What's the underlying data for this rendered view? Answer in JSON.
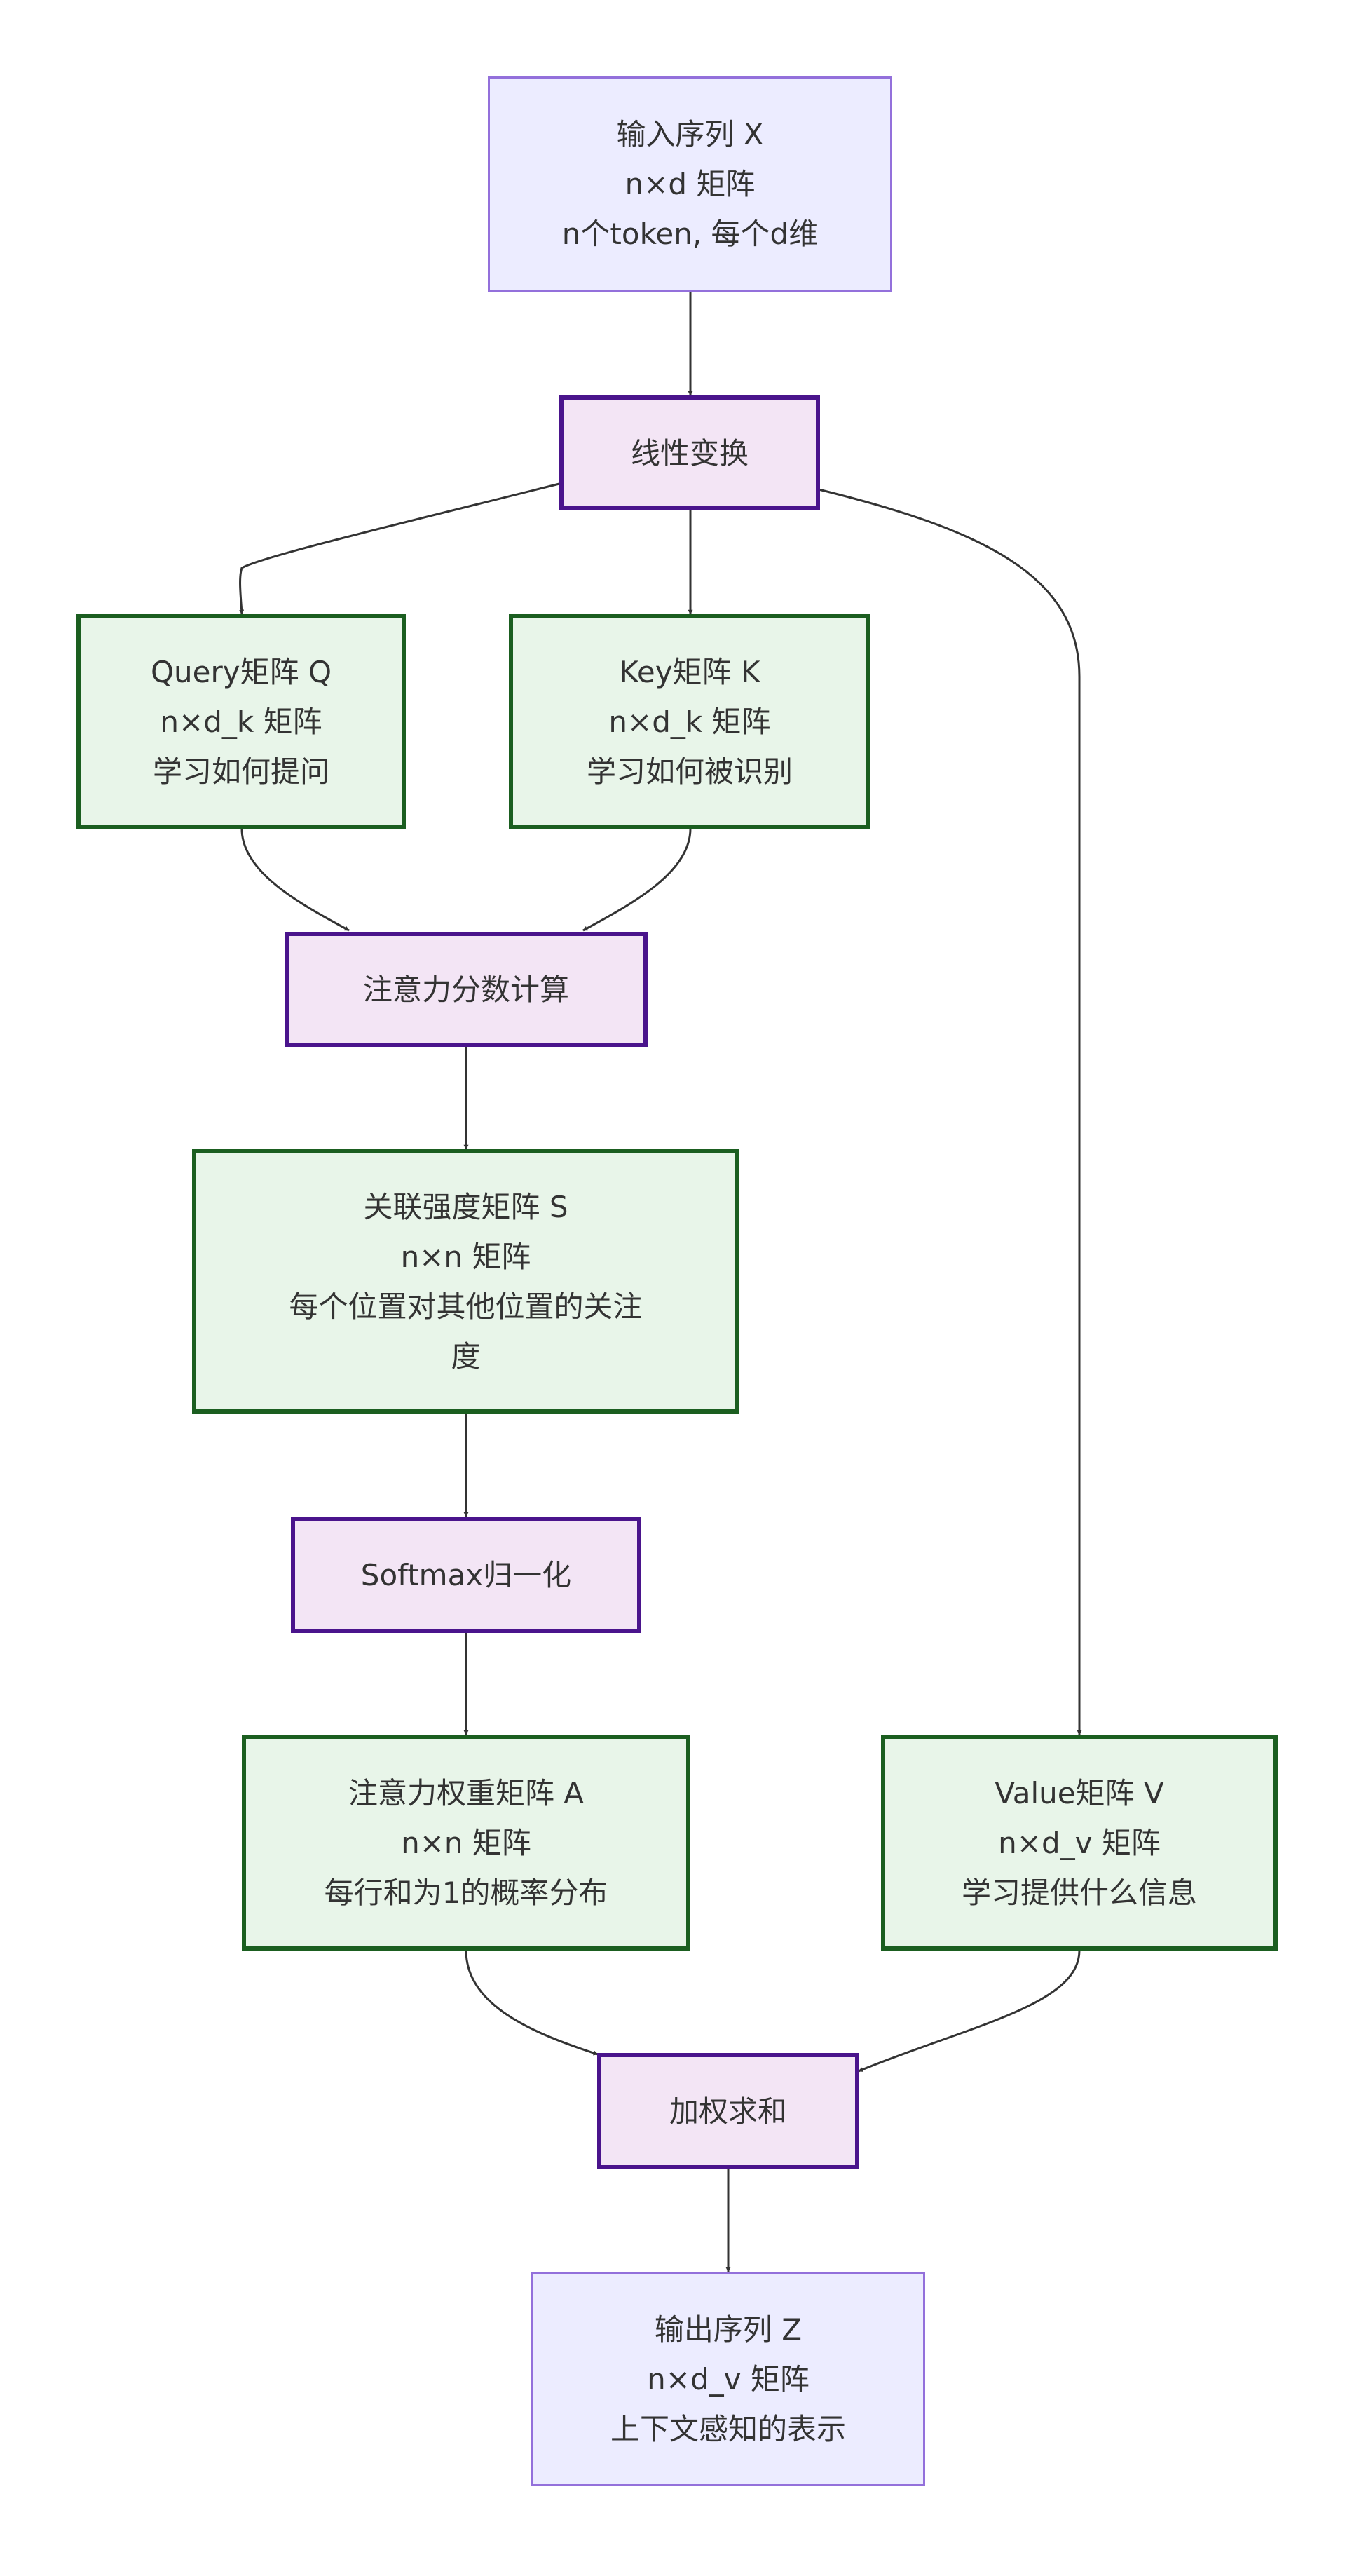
{
  "colors": {
    "io_fill": "#ececff",
    "io_border": "#9370db",
    "process_fill": "#f3e5f5",
    "process_border": "#4a148c",
    "matrix_fill": "#e8f5e9",
    "matrix_border": "#1b5e20",
    "edge": "#333333",
    "text": "#333333"
  },
  "nodes": {
    "input": {
      "lines": [
        "输入序列 X",
        "n×d 矩阵",
        "n个token, 每个d维"
      ]
    },
    "linear": {
      "lines": [
        "线性变换"
      ]
    },
    "query": {
      "lines": [
        "Query矩阵 Q",
        "n×d_k 矩阵",
        "学习如何提问"
      ]
    },
    "key": {
      "lines": [
        "Key矩阵 K",
        "n×d_k 矩阵",
        "学习如何被识别"
      ]
    },
    "score": {
      "lines": [
        "注意力分数计算"
      ]
    },
    "relation": {
      "lines": [
        "关联强度矩阵 S",
        "n×n 矩阵",
        "每个位置对其他位置的关注",
        "度"
      ]
    },
    "softmax": {
      "lines": [
        "Softmax归一化"
      ]
    },
    "weights": {
      "lines": [
        "注意力权重矩阵 A",
        "n×n 矩阵",
        "每行和为1的概率分布"
      ]
    },
    "value": {
      "lines": [
        "Value矩阵 V",
        "n×d_v 矩阵",
        "学习提供什么信息"
      ]
    },
    "weighted_sum": {
      "lines": [
        "加权求和"
      ]
    },
    "output": {
      "lines": [
        "输出序列 Z",
        "n×d_v 矩阵",
        "上下文感知的表示"
      ]
    }
  },
  "edges": [
    {
      "from": "input",
      "to": "linear"
    },
    {
      "from": "linear",
      "to": "query"
    },
    {
      "from": "linear",
      "to": "key"
    },
    {
      "from": "linear",
      "to": "value"
    },
    {
      "from": "query",
      "to": "score"
    },
    {
      "from": "key",
      "to": "score"
    },
    {
      "from": "score",
      "to": "relation"
    },
    {
      "from": "relation",
      "to": "softmax"
    },
    {
      "from": "softmax",
      "to": "weights"
    },
    {
      "from": "weights",
      "to": "weighted_sum"
    },
    {
      "from": "value",
      "to": "weighted_sum"
    },
    {
      "from": "weighted_sum",
      "to": "output"
    }
  ]
}
